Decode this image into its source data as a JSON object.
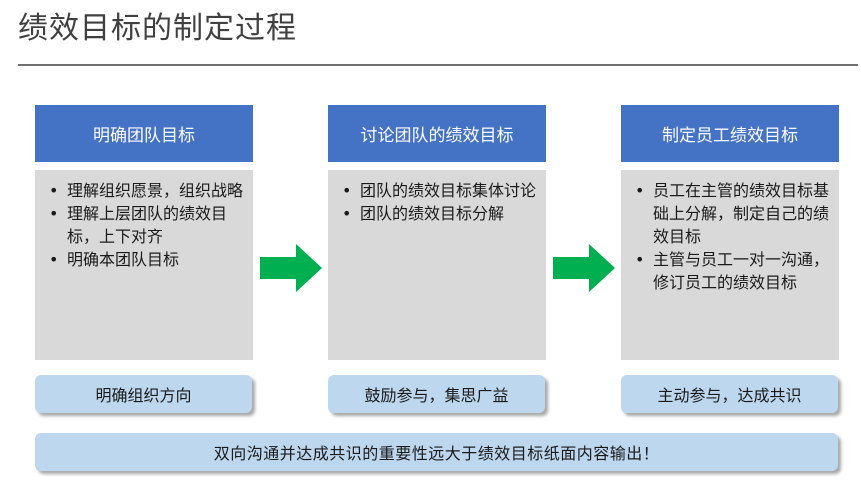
{
  "title": "绩效目标的制定过程",
  "colors": {
    "header": "#4472c4",
    "body": "#d9d9d9",
    "footer": "#bdd7ee",
    "arrow": "#00b050"
  },
  "columns": [
    {
      "header": "明确团队目标",
      "bullets": [
        "理解组织愿景，组织战略",
        "理解上层团队的绩效目标，上下对齐",
        "明确本团队目标"
      ],
      "footer": "明确组织方向"
    },
    {
      "header": "讨论团队的绩效目标",
      "bullets": [
        "团队的绩效目标集体讨论",
        "团队的绩效目标分解"
      ],
      "footer": "鼓励参与，集思广益"
    },
    {
      "header": "制定员工绩效目标",
      "bullets": [
        "员工在主管的绩效目标基础上分解，制定自己的绩效目标",
        "主管与员工一对一沟通，修订员工的绩效目标"
      ],
      "footer": "主动参与，达成共识"
    }
  ],
  "arrows": [
    "arrow-right-icon",
    "arrow-right-icon"
  ],
  "summary": "双向沟通并达成共识的重要性远大于绩效目标纸面内容输出！"
}
